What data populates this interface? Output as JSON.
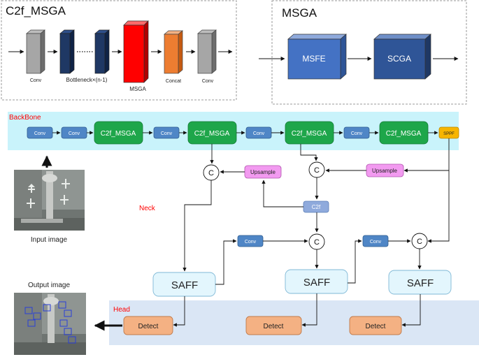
{
  "c2f_panel": {
    "title": "C2f_MSGA",
    "conv_left": "Conv",
    "bottleneck": "Bottleneck×(n-1)",
    "msga": "MSGA",
    "concat": "Concat",
    "conv_right": "Conv"
  },
  "msga_panel": {
    "title": "MSGA",
    "msfe": "MSFE",
    "scga": "SCGA"
  },
  "backbone": {
    "label": "BackBone",
    "conv1": "Conv",
    "conv2": "Conv",
    "c2f1": "C2f_MSGA",
    "conv3": "Conv",
    "c2f2": "C2f_MSGA",
    "conv4": "Conv",
    "c2f3": "C2f_MSGA",
    "conv5": "Conv",
    "c2f4": "C2f_MSGA",
    "sppf": "SPPF"
  },
  "neck": {
    "label": "Neck",
    "concat_symbol": "C",
    "upsample": "Upsample",
    "c2f": "C2f",
    "conv": "Conv",
    "saff": "SAFF"
  },
  "head": {
    "label": "Head",
    "detect": "Detect"
  },
  "images": {
    "input": "Input image",
    "output": "Output image"
  },
  "colors": {
    "backbone_bg": "#c9f3fb",
    "head_bg": "#dae6f5",
    "c2f_green": "#1ea64a",
    "conv_blue": "#4f86c6",
    "sppf_orange": "#f7b500",
    "upsample_pink": "#f29af0",
    "saff_fill": "#e3f6fd",
    "detect_orange": "#f4b183",
    "msga_red": "#ff0000",
    "concat_orange": "#ed7d31",
    "msfe_blue": "#4472c4",
    "scga_blue": "#2f5597",
    "label_red": "#ff0000"
  }
}
